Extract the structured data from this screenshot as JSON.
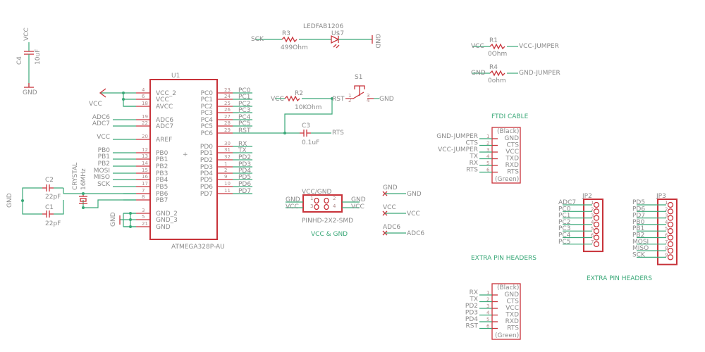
{
  "u1": {
    "name": "U1",
    "value": "ATMEGA328P-AU",
    "left": [
      [
        "4",
        "VCC_2",
        ""
      ],
      [
        "6",
        "VCC",
        ""
      ],
      [
        "18",
        "AVCC",
        ""
      ],
      [
        "19",
        "ADC6",
        "ADC6"
      ],
      [
        "22",
        "ADC7",
        "ADC7"
      ],
      [
        "20",
        "AREF",
        "VCC"
      ],
      [
        "12",
        "PB0",
        "PB0"
      ],
      [
        "13",
        "PB1",
        "PB1"
      ],
      [
        "14",
        "PB2",
        "PB2"
      ],
      [
        "15",
        "PB3",
        "MOSI"
      ],
      [
        "16",
        "PB4",
        "MISO"
      ],
      [
        "17",
        "PB5",
        "SCK"
      ],
      [
        "7",
        "PB6",
        ""
      ],
      [
        "8",
        "PB7",
        ""
      ],
      [
        "3",
        "GND_2",
        ""
      ],
      [
        "5",
        "GND_3",
        ""
      ],
      [
        "21",
        "GND",
        ""
      ]
    ],
    "right": [
      [
        "23",
        "PC0",
        "PC0"
      ],
      [
        "24",
        "PC1",
        "PC1"
      ],
      [
        "25",
        "PC2",
        "PC2"
      ],
      [
        "26",
        "PC3",
        "PC3"
      ],
      [
        "27",
        "PC4",
        "PC4"
      ],
      [
        "28",
        "PC5",
        "PC5"
      ],
      [
        "29",
        "PC6",
        "RST"
      ],
      [
        "30",
        "PD0",
        "RX"
      ],
      [
        "31",
        "PD1",
        "TX"
      ],
      [
        "32",
        "PD2",
        "PD2"
      ],
      [
        "1",
        "PD3",
        "PD3"
      ],
      [
        "2",
        "PD4",
        "PD4"
      ],
      [
        "9",
        "PD5",
        "PD5"
      ],
      [
        "10",
        "PD6",
        "PD6"
      ],
      [
        "11",
        "PD7",
        "PD7"
      ]
    ]
  },
  "supply": {
    "vcc": "VCC",
    "gnd": "GND"
  },
  "c4": {
    "name": "C4",
    "value": "10uF",
    "top": "VCC",
    "bottom": "GND"
  },
  "c1": {
    "name": "C1",
    "value": "22pF"
  },
  "c2": {
    "name": "C2",
    "value": "22pF"
  },
  "crystal": {
    "name": "CRYSTAL",
    "value": "16MHz"
  },
  "led": {
    "r_name": "R3",
    "r_value": "499Ohm",
    "net": "SCK",
    "name": "U$7",
    "value": "LEDFAB1206",
    "gnd": "GND"
  },
  "reset": {
    "r_name": "R2",
    "r_value": "10KOhm",
    "vcc": "VCC",
    "rst": "RST",
    "sw": "S1",
    "gnd": "GND",
    "sw_pins": [
      "1",
      "2",
      "3",
      "4"
    ],
    "c_name": "C3",
    "c_value": "0.1uF",
    "rts": "RTS"
  },
  "jumpers": [
    {
      "left": "VCC",
      "name": "R1",
      "value": "0Ohm",
      "right": "VCC-JUMPER"
    },
    {
      "left": "GND",
      "name": "R4",
      "value": "0ohm",
      "right": "GND-JUMPER"
    }
  ],
  "ftdi": {
    "title": "FTDI CABLE",
    "top": "(Black)",
    "bottom": "(Green)",
    "pins": [
      [
        "GND-JUMPER",
        "1",
        "GND"
      ],
      [
        "CTS",
        "2",
        "CTS"
      ],
      [
        "VCC-JUMPER",
        "3",
        "VCC"
      ],
      [
        "TX",
        "4",
        "TXD"
      ],
      [
        "RX",
        "5",
        "RXD"
      ],
      [
        "RTS",
        "6",
        "RTS"
      ]
    ]
  },
  "ftdi2": {
    "title": "EXTRA PIN HEADERS",
    "top": "(Black)",
    "bottom": "(Green)",
    "pins": [
      [
        "RX",
        "1",
        "GND"
      ],
      [
        "TX",
        "2",
        "CTS"
      ],
      [
        "PD2",
        "3",
        "VCC"
      ],
      [
        "PD3",
        "4",
        "TXD"
      ],
      [
        "PD4",
        "5",
        "RXD"
      ],
      [
        "RST",
        "6",
        "RTS"
      ]
    ]
  },
  "pinhd": {
    "title": "VCC/GND",
    "value": "PINHD-2X2-SMD",
    "caption": "VCC & GND",
    "pins": [
      "1",
      "2",
      "3",
      "4"
    ],
    "left": [
      "GND",
      "VCC"
    ],
    "right": [
      "GND",
      "VCC"
    ]
  },
  "nc": [
    [
      "GND",
      "GND"
    ],
    [
      "VCC",
      "VCC"
    ],
    [
      "ADC6",
      "ADC6"
    ]
  ],
  "jp2": {
    "name": "JP2",
    "nets": [
      "ADC7",
      "PC0",
      "PC1",
      "PC2",
      "PC3",
      "PC4",
      "PC5"
    ]
  },
  "jp3": {
    "name": "JP3",
    "nets": [
      "PD5",
      "PD6",
      "PD7",
      "PB0",
      "PB1",
      "PB2",
      "MOSI",
      "MISO",
      "SCK"
    ],
    "caption": "EXTRA PIN  HEADERS"
  }
}
